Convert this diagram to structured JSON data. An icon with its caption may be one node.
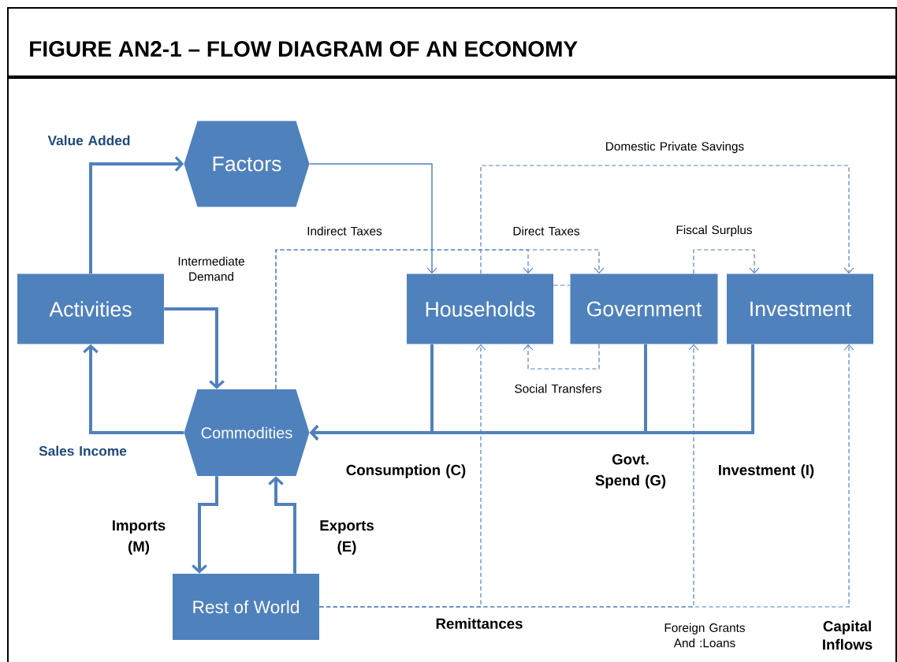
{
  "diagram": {
    "title": "FIGURE AN2-1 – FLOW DIAGRAM OF AN ECONOMY",
    "nodes": [
      {
        "text": [
          "Factors"
        ]
      },
      {
        "text": [
          "Activities"
        ]
      },
      {
        "text": [
          "Commodities"
        ]
      },
      {
        "text": [
          "Households"
        ]
      },
      {
        "text": [
          "Government"
        ]
      },
      {
        "text": [
          "Investment"
        ]
      },
      {
        "text": [
          "Rest of World"
        ]
      }
    ],
    "edges": [
      {
        "from": 1,
        "to": 0,
        "arrow": "to",
        "style": "thick",
        "label": "Value Added"
      },
      {
        "from": 1,
        "to": 2,
        "arrow": "to",
        "style": "thick",
        "label": "Intermediate Demand"
      },
      {
        "from": 2,
        "to": 1,
        "arrow": "to",
        "style": "thick",
        "label": "Sales Income"
      },
      {
        "from": 0,
        "to": 3,
        "arrow": "to"
      },
      {
        "from": 2,
        "to": 3,
        "arrow": "to",
        "style": "dashed",
        "label": "Direct Taxes"
      },
      {
        "from": 2,
        "to": 4,
        "arrow": "to",
        "style": "dashed",
        "label": "Indirect Taxes"
      },
      {
        "from": 3,
        "to": 4,
        "arrow": "none",
        "style": "dashed"
      },
      {
        "from": 4,
        "to": 5,
        "arrow": "to",
        "style": "dashed",
        "label": "Fiscal Surplus"
      },
      {
        "from": 3,
        "to": 5,
        "arrow": "to",
        "style": "dashed",
        "label": "Domestic Private Savings"
      },
      {
        "from": 4,
        "to": 3,
        "arrow": "to",
        "style": "dashed",
        "label": "Social Transfers"
      },
      {
        "from": 3,
        "to": 2,
        "arrow": "to",
        "style": "thick",
        "label": "Consumption (C)"
      },
      {
        "from": 4,
        "to": 2,
        "arrow": "to",
        "style": "thick",
        "label": "Govt. Spend (G)"
      },
      {
        "from": 5,
        "to": 2,
        "arrow": "to",
        "style": "thick",
        "label": "Investment (I)"
      },
      {
        "from": 2,
        "to": 6,
        "arrow": "to",
        "style": "thick",
        "label": "Imports (M)"
      },
      {
        "from": 6,
        "to": 2,
        "arrow": "to",
        "style": "thick",
        "label": "Exports (E)"
      },
      {
        "from": 6,
        "to": 3,
        "arrow": "to",
        "style": "dashed",
        "label": "Remittances"
      },
      {
        "from": 6,
        "to": 4,
        "arrow": "to",
        "style": "dashed",
        "label": "Foreign Grants And :Loans"
      },
      {
        "from": 6,
        "to": 5,
        "arrow": "to",
        "style": "dashed",
        "label": "Capital Inflows"
      }
    ]
  }
}
